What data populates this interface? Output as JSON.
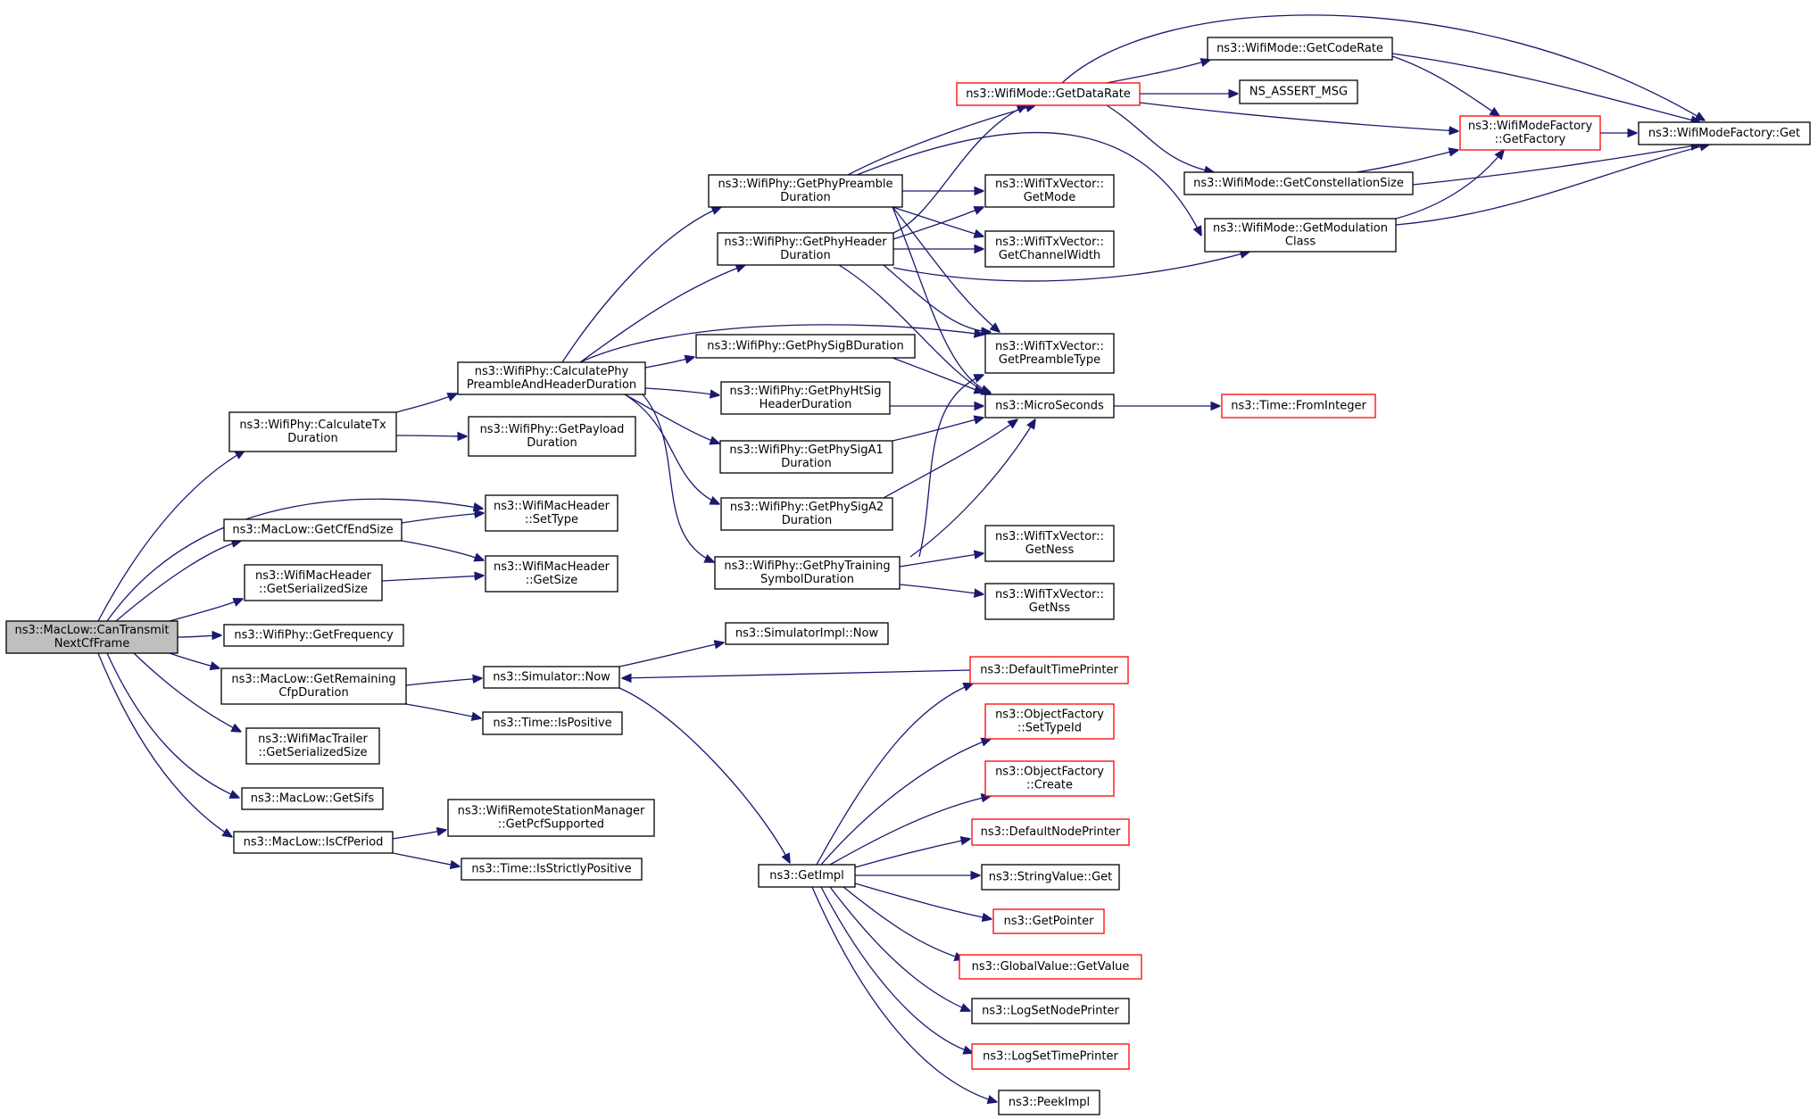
{
  "colors": {
    "edge": "#191970",
    "root_fill": "#bfbfbf",
    "red_border": "#ff0000",
    "node_border": "#000000"
  },
  "nodes": [
    {
      "id": "root",
      "lines": [
        "ns3::MacLow::CanTransmit",
        "NextCfFrame"
      ],
      "style": "root"
    },
    {
      "id": "calctx",
      "lines": [
        "ns3::WifiPhy::CalculateTx",
        "Duration"
      ]
    },
    {
      "id": "getcfend",
      "lines": [
        "ns3::MacLow::GetCfEndSize"
      ]
    },
    {
      "id": "mhser",
      "lines": [
        "ns3::WifiMacHeader",
        "::GetSerializedSize"
      ]
    },
    {
      "id": "getfreq",
      "lines": [
        "ns3::WifiPhy::GetFrequency"
      ]
    },
    {
      "id": "getremcfp",
      "lines": [
        "ns3::MacLow::GetRemaining",
        "CfpDuration"
      ]
    },
    {
      "id": "mtser",
      "lines": [
        "ns3::WifiMacTrailer",
        "::GetSerializedSize"
      ]
    },
    {
      "id": "getsifs",
      "lines": [
        "ns3::MacLow::GetSifs"
      ]
    },
    {
      "id": "iscf",
      "lines": [
        "ns3::MacLow::IsCfPeriod"
      ]
    },
    {
      "id": "calcpre",
      "lines": [
        "ns3::WifiPhy::CalculatePhy",
        "PreambleAndHeaderDuration"
      ]
    },
    {
      "id": "getpayload",
      "lines": [
        "ns3::WifiPhy::GetPayload",
        "Duration"
      ]
    },
    {
      "id": "settype",
      "lines": [
        "ns3::WifiMacHeader",
        "::SetType"
      ]
    },
    {
      "id": "getsize",
      "lines": [
        "ns3::WifiMacHeader",
        "::GetSize"
      ]
    },
    {
      "id": "simnow",
      "lines": [
        "ns3::Simulator::Now"
      ]
    },
    {
      "id": "ispos",
      "lines": [
        "ns3::Time::IsPositive"
      ]
    },
    {
      "id": "getpcf",
      "lines": [
        "ns3::WifiRemoteStationManager",
        "::GetPcfSupported"
      ]
    },
    {
      "id": "isstrict",
      "lines": [
        "ns3::Time::IsStrictlyPositive"
      ]
    },
    {
      "id": "preamble",
      "lines": [
        "ns3::WifiPhy::GetPhyPreamble",
        "Duration"
      ]
    },
    {
      "id": "header",
      "lines": [
        "ns3::WifiPhy::GetPhyHeader",
        "Duration"
      ]
    },
    {
      "id": "sigb",
      "lines": [
        "ns3::WifiPhy::GetPhySigBDuration"
      ]
    },
    {
      "id": "htsig",
      "lines": [
        "ns3::WifiPhy::GetPhyHtSig",
        "HeaderDuration"
      ]
    },
    {
      "id": "sigA1",
      "lines": [
        "ns3::WifiPhy::GetPhySigA1",
        "Duration"
      ]
    },
    {
      "id": "sigA2",
      "lines": [
        "ns3::WifiPhy::GetPhySigA2",
        "Duration"
      ]
    },
    {
      "id": "training",
      "lines": [
        "ns3::WifiPhy::GetPhyTraining",
        "SymbolDuration"
      ]
    },
    {
      "id": "simimplnow",
      "lines": [
        "ns3::SimulatorImpl::Now"
      ]
    },
    {
      "id": "getimpl",
      "lines": [
        "ns3::GetImpl"
      ]
    },
    {
      "id": "datarate",
      "lines": [
        "ns3::WifiMode::GetDataRate"
      ],
      "style": "red"
    },
    {
      "id": "txmode",
      "lines": [
        "ns3::WifiTxVector::",
        "GetMode"
      ]
    },
    {
      "id": "chwidth",
      "lines": [
        "ns3::WifiTxVector::",
        "GetChannelWidth"
      ]
    },
    {
      "id": "pretype",
      "lines": [
        "ns3::WifiTxVector::",
        "GetPreambleType"
      ]
    },
    {
      "id": "micro",
      "lines": [
        "ns3::MicroSeconds"
      ]
    },
    {
      "id": "getness",
      "lines": [
        "ns3::WifiTxVector::",
        "GetNess"
      ]
    },
    {
      "id": "getnss",
      "lines": [
        "ns3::WifiTxVector::",
        "GetNss"
      ]
    },
    {
      "id": "deftime",
      "lines": [
        "ns3::DefaultTimePrinter"
      ],
      "style": "red"
    },
    {
      "id": "settypeid",
      "lines": [
        "ns3::ObjectFactory",
        "::SetTypeId"
      ],
      "style": "red"
    },
    {
      "id": "create",
      "lines": [
        "ns3::ObjectFactory",
        "::Create"
      ],
      "style": "red"
    },
    {
      "id": "defnode",
      "lines": [
        "ns3::DefaultNodePrinter"
      ],
      "style": "red"
    },
    {
      "id": "strget",
      "lines": [
        "ns3::StringValue::Get"
      ]
    },
    {
      "id": "getptr",
      "lines": [
        "ns3::GetPointer"
      ],
      "style": "red"
    },
    {
      "id": "gvget",
      "lines": [
        "ns3::GlobalValue::GetValue"
      ],
      "style": "red"
    },
    {
      "id": "lognode",
      "lines": [
        "ns3::LogSetNodePrinter"
      ]
    },
    {
      "id": "logtime",
      "lines": [
        "ns3::LogSetTimePrinter"
      ],
      "style": "red"
    },
    {
      "id": "peek",
      "lines": [
        "ns3::PeekImpl"
      ]
    },
    {
      "id": "coderate",
      "lines": [
        "ns3::WifiMode::GetCodeRate"
      ]
    },
    {
      "id": "assert",
      "lines": [
        "NS_ASSERT_MSG"
      ]
    },
    {
      "id": "constel",
      "lines": [
        "ns3::WifiMode::GetConstellationSize"
      ]
    },
    {
      "id": "modclass",
      "lines": [
        "ns3::WifiMode::GetModulation",
        "Class"
      ]
    },
    {
      "id": "fromint",
      "lines": [
        "ns3::Time::FromInteger"
      ],
      "style": "red"
    },
    {
      "id": "getfactory",
      "lines": [
        "ns3::WifiModeFactory",
        "::GetFactory"
      ],
      "style": "red"
    },
    {
      "id": "factget",
      "lines": [
        "ns3::WifiModeFactory::Get"
      ]
    }
  ],
  "edges": [
    [
      "root",
      "calctx"
    ],
    [
      "root",
      "settype"
    ],
    [
      "root",
      "getcfend"
    ],
    [
      "root",
      "mhser"
    ],
    [
      "root",
      "getfreq"
    ],
    [
      "root",
      "getremcfp"
    ],
    [
      "root",
      "mtser"
    ],
    [
      "root",
      "getsifs"
    ],
    [
      "root",
      "iscf"
    ],
    [
      "calctx",
      "calcpre"
    ],
    [
      "calctx",
      "getpayload"
    ],
    [
      "getcfend",
      "settype"
    ],
    [
      "getcfend",
      "getsize"
    ],
    [
      "mhser",
      "getsize"
    ],
    [
      "getremcfp",
      "simnow"
    ],
    [
      "getremcfp",
      "ispos"
    ],
    [
      "iscf",
      "getpcf"
    ],
    [
      "iscf",
      "isstrict"
    ],
    [
      "calcpre",
      "preamble"
    ],
    [
      "calcpre",
      "header"
    ],
    [
      "calcpre",
      "pretype"
    ],
    [
      "calcpre",
      "sigb"
    ],
    [
      "calcpre",
      "htsig"
    ],
    [
      "calcpre",
      "sigA1"
    ],
    [
      "calcpre",
      "sigA2"
    ],
    [
      "calcpre",
      "training"
    ],
    [
      "simnow",
      "simimplnow"
    ],
    [
      "simnow",
      "getimpl"
    ],
    [
      "deftime",
      "simnow"
    ],
    [
      "preamble",
      "datarate"
    ],
    [
      "preamble",
      "modclass"
    ],
    [
      "preamble",
      "txmode"
    ],
    [
      "preamble",
      "chwidth"
    ],
    [
      "preamble",
      "pretype"
    ],
    [
      "preamble",
      "micro"
    ],
    [
      "header",
      "datarate"
    ],
    [
      "header",
      "txmode"
    ],
    [
      "header",
      "chwidth"
    ],
    [
      "header",
      "modclass"
    ],
    [
      "header",
      "pretype"
    ],
    [
      "header",
      "micro"
    ],
    [
      "sigb",
      "micro"
    ],
    [
      "htsig",
      "micro"
    ],
    [
      "sigA1",
      "micro"
    ],
    [
      "sigA2",
      "micro"
    ],
    [
      "training",
      "pretype"
    ],
    [
      "training",
      "micro"
    ],
    [
      "training",
      "getness"
    ],
    [
      "training",
      "getnss"
    ],
    [
      "getimpl",
      "deftime"
    ],
    [
      "getimpl",
      "settypeid"
    ],
    [
      "getimpl",
      "create"
    ],
    [
      "getimpl",
      "defnode"
    ],
    [
      "getimpl",
      "strget"
    ],
    [
      "getimpl",
      "getptr"
    ],
    [
      "getimpl",
      "gvget"
    ],
    [
      "getimpl",
      "lognode"
    ],
    [
      "getimpl",
      "logtime"
    ],
    [
      "getimpl",
      "peek"
    ],
    [
      "datarate",
      "coderate"
    ],
    [
      "datarate",
      "assert"
    ],
    [
      "datarate",
      "getfactory"
    ],
    [
      "datarate",
      "constel"
    ],
    [
      "datarate",
      "factget"
    ],
    [
      "coderate",
      "getfactory"
    ],
    [
      "coderate",
      "factget"
    ],
    [
      "constel",
      "getfactory"
    ],
    [
      "constel",
      "factget"
    ],
    [
      "modclass",
      "getfactory"
    ],
    [
      "modclass",
      "factget"
    ],
    [
      "getfactory",
      "factget"
    ],
    [
      "micro",
      "fromint"
    ]
  ]
}
